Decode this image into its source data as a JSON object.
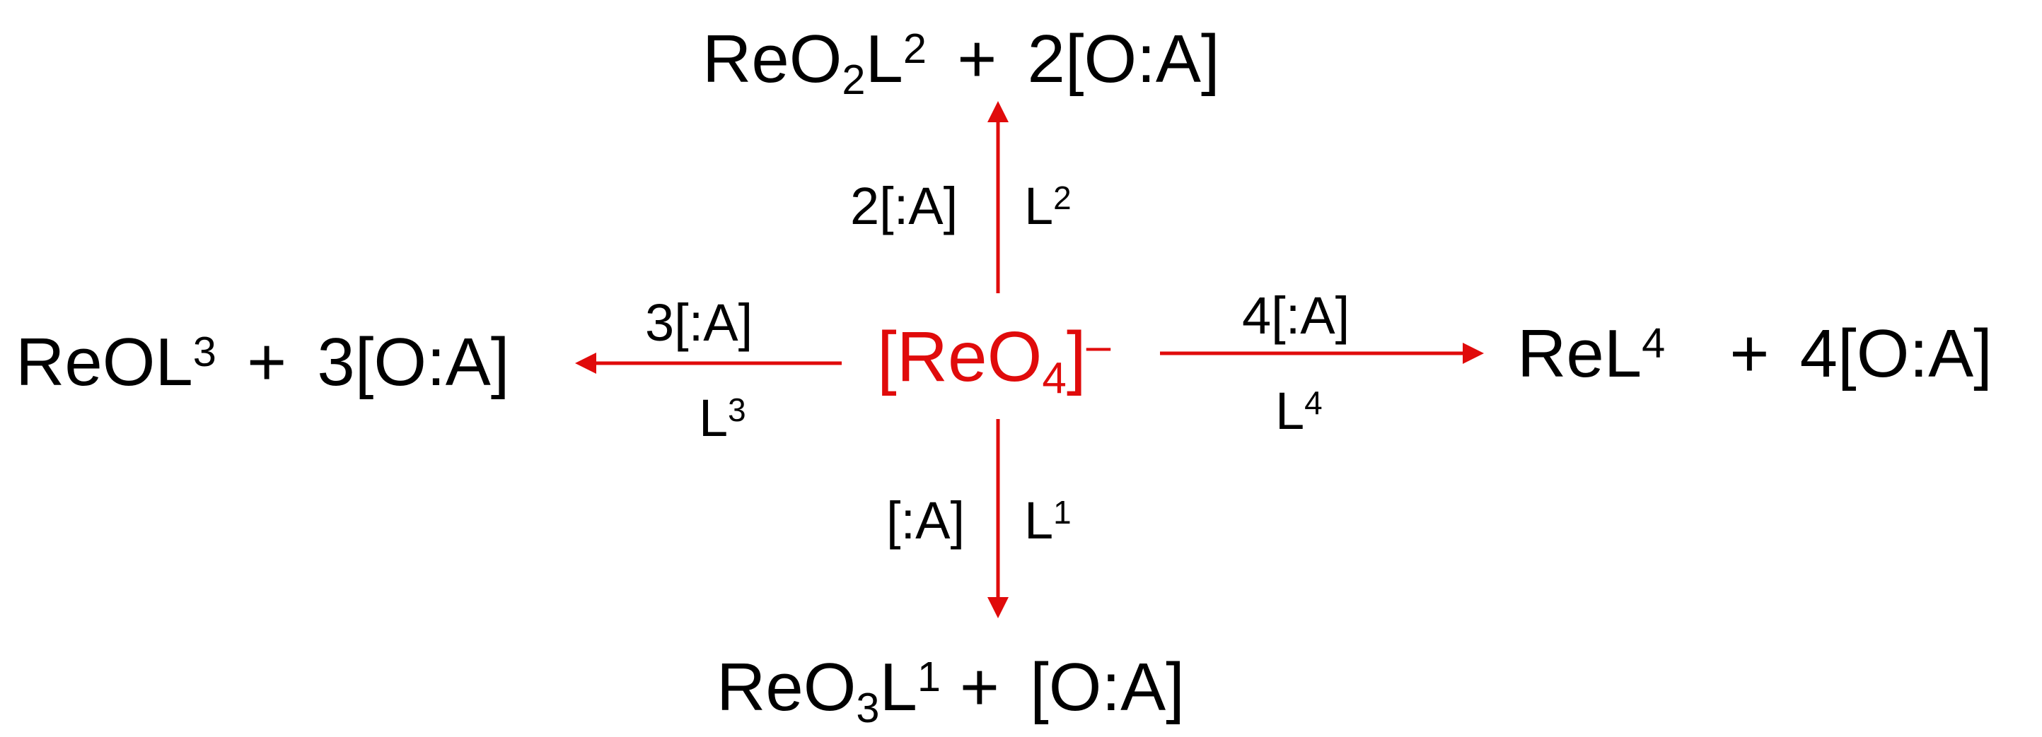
{
  "colors": {
    "text": "#000000",
    "accent": "#e00b0b",
    "arrow": "#e00b0b"
  },
  "center": {
    "open": "[ReO",
    "sub": "4",
    "close": "]",
    "charge": "–"
  },
  "top": {
    "product": {
      "a": "ReO",
      "a_sub": "2",
      "b": "L",
      "b_sup": "2",
      "plus": "+",
      "coproduct": "2[O:A]"
    },
    "reagent": "2[:A]",
    "ligand": {
      "base": "L",
      "sup": "2"
    }
  },
  "bottom": {
    "product": {
      "a": "ReO",
      "a_sub": "3",
      "b": "L",
      "b_sup": "1",
      "plus": "+",
      "coproduct": "[O:A]"
    },
    "reagent": "[:A]",
    "ligand": {
      "base": "L",
      "sup": "1"
    }
  },
  "left": {
    "product": {
      "a": "ReOL",
      "a_sup": "3",
      "plus": "+",
      "coproduct": "3[O:A]"
    },
    "reagent": "3[:A]",
    "ligand": {
      "base": "L",
      "sup": "3"
    }
  },
  "right": {
    "product": {
      "a": "ReL",
      "a_sup": "4",
      "plus": "+",
      "coproduct": "4[O:A]"
    },
    "reagent": "4[:A]",
    "ligand": {
      "base": "L",
      "sup": "4"
    }
  }
}
